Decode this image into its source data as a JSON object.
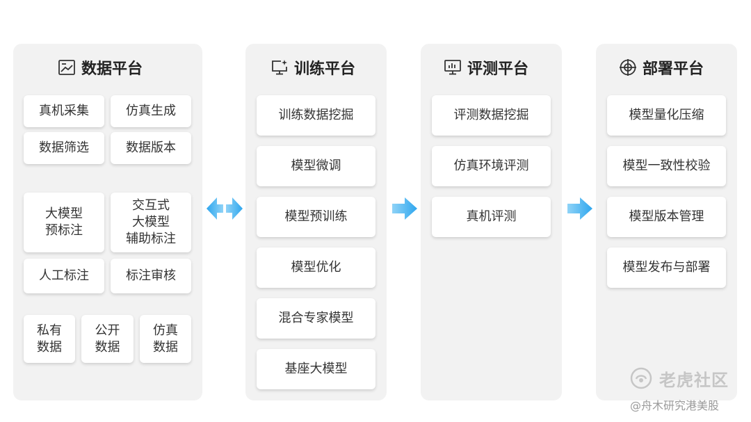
{
  "panels": {
    "data": {
      "title": "数据平台",
      "items": [
        "真机采集",
        "仿真生成",
        "数据筛选",
        "数据版本",
        "大模型\n预标注",
        "交互式\n大模型\n辅助标注",
        "人工标注",
        "标注审核",
        "私有\n数据",
        "公开\n数据",
        "仿真\n数据"
      ]
    },
    "train": {
      "title": "训练平台",
      "items": [
        "训练数据挖掘",
        "模型微调",
        "模型预训练",
        "模型优化",
        "混合专家模型",
        "基座大模型"
      ]
    },
    "eval": {
      "title": "评测平台",
      "items": [
        "评测数据挖掘",
        "仿真环境评测",
        "真机评测"
      ]
    },
    "deploy": {
      "title": "部署平台",
      "items": [
        "模型量化压缩",
        "模型一致性校验",
        "模型版本管理",
        "模型发布与部署"
      ]
    }
  },
  "watermark": {
    "main": "老虎社区",
    "sub": "@舟木研究港美股"
  },
  "colors": {
    "panel_bg": "#f2f2f2",
    "card_bg": "#ffffff",
    "arrow_light": "#8fd3f7",
    "arrow_dark": "#2ea6ee",
    "text": "#333333"
  }
}
